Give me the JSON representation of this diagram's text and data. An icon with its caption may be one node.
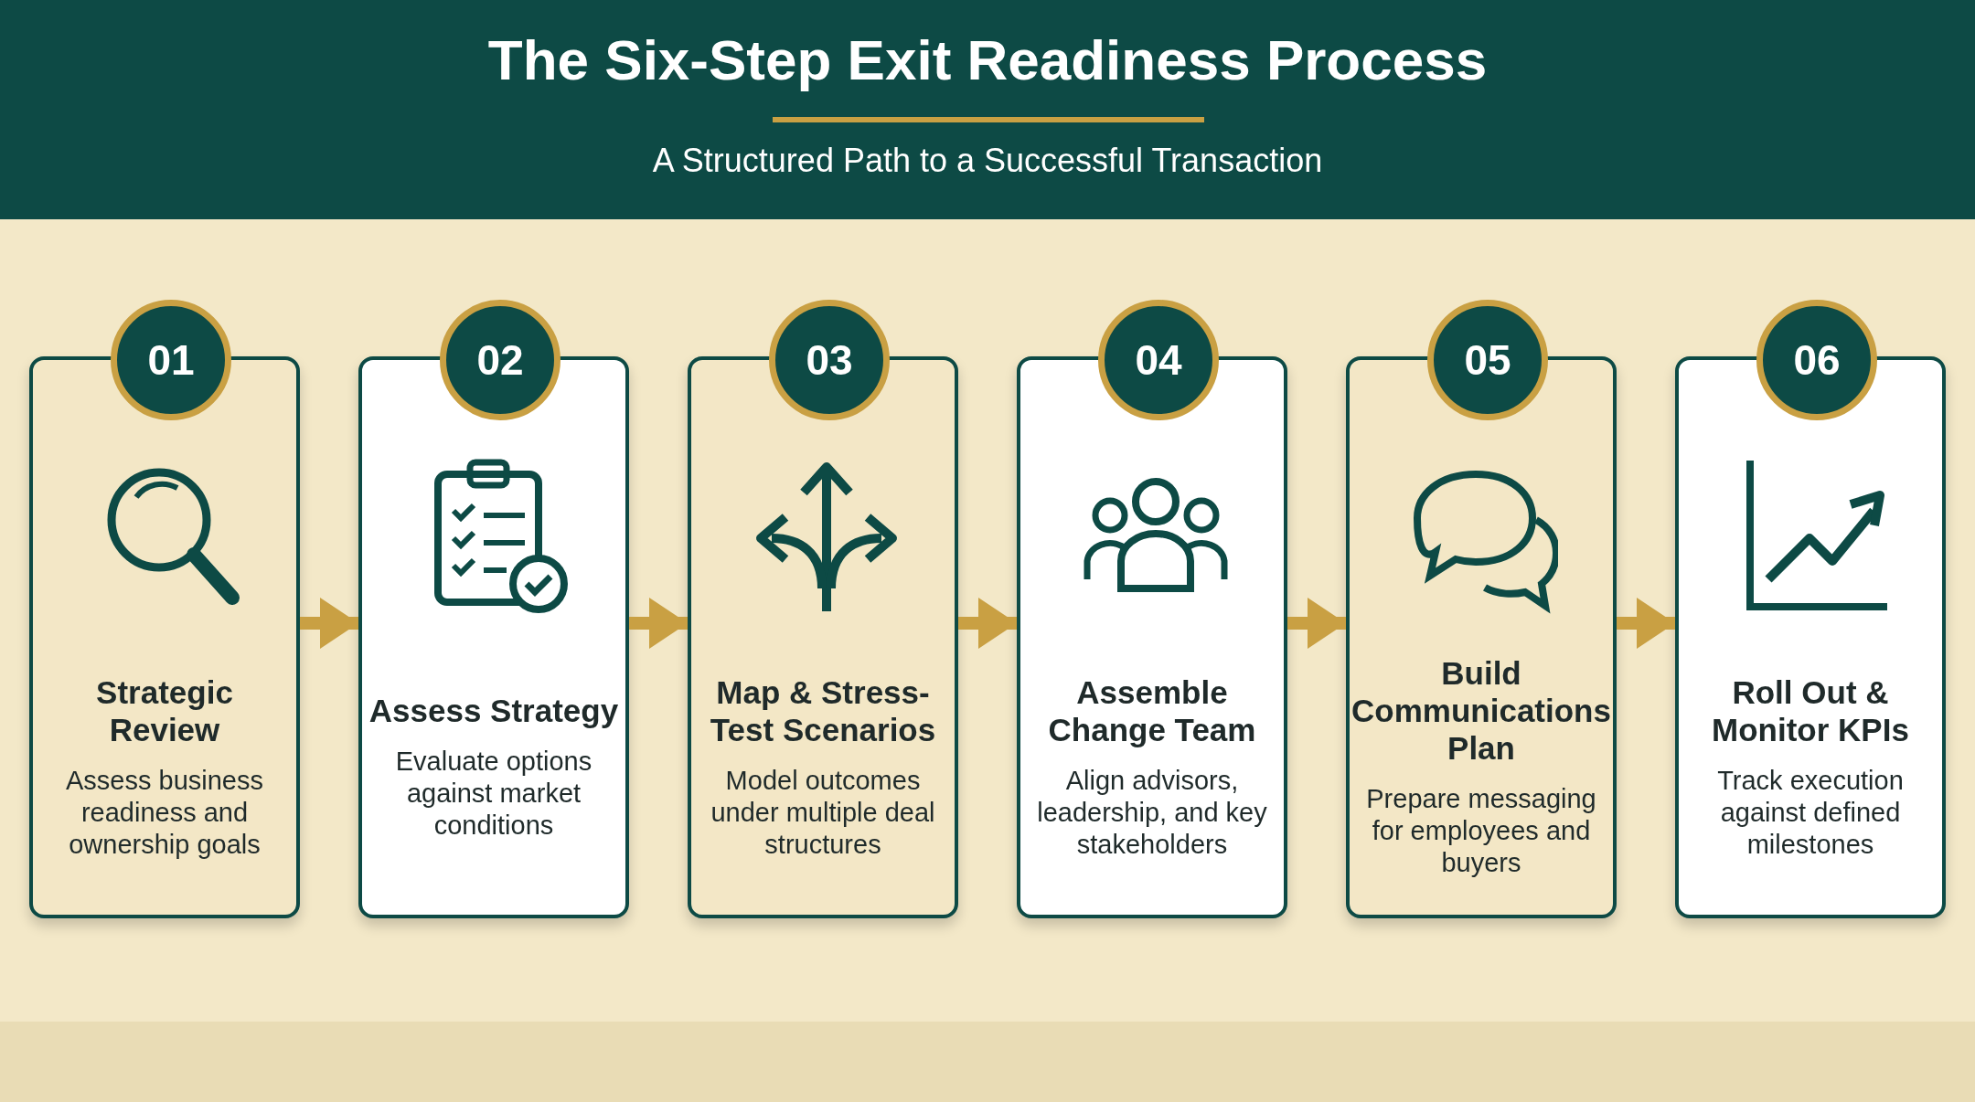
{
  "diagram": {
    "title": "The Six-Step Exit Readiness Process",
    "nodes": [
      {
        "text": [
          "01",
          "Strategic Review",
          "Assess business readiness and ownership goals"
        ]
      },
      {
        "text": [
          "02",
          "Assess Strategy",
          "Evaluate options against market conditions"
        ]
      },
      {
        "text": [
          "03",
          "Map & Stress-Test Scenarios",
          "Model outcomes under multiple deal structures"
        ]
      },
      {
        "text": [
          "04",
          "Assemble Change Team",
          "Align advisors, leadership, and key stakeholders"
        ]
      },
      {
        "text": [
          "05",
          "Build Communications Plan",
          "Prepare messaging for employees and buyers"
        ]
      },
      {
        "text": [
          "06",
          "Roll Out & Monitor KPIs",
          "Track execution against defined milestones"
        ]
      }
    ],
    "edges": [
      {
        "from": 0,
        "to": 1,
        "arrow": "to"
      },
      {
        "from": 1,
        "to": 2,
        "arrow": "to"
      },
      {
        "from": 2,
        "to": 3,
        "arrow": "to"
      },
      {
        "from": 3,
        "to": 4,
        "arrow": "to"
      },
      {
        "from": 4,
        "to": 5,
        "arrow": "to"
      }
    ],
    "labels": [
      "A Structured Path to a Successful Transaction"
    ]
  }
}
